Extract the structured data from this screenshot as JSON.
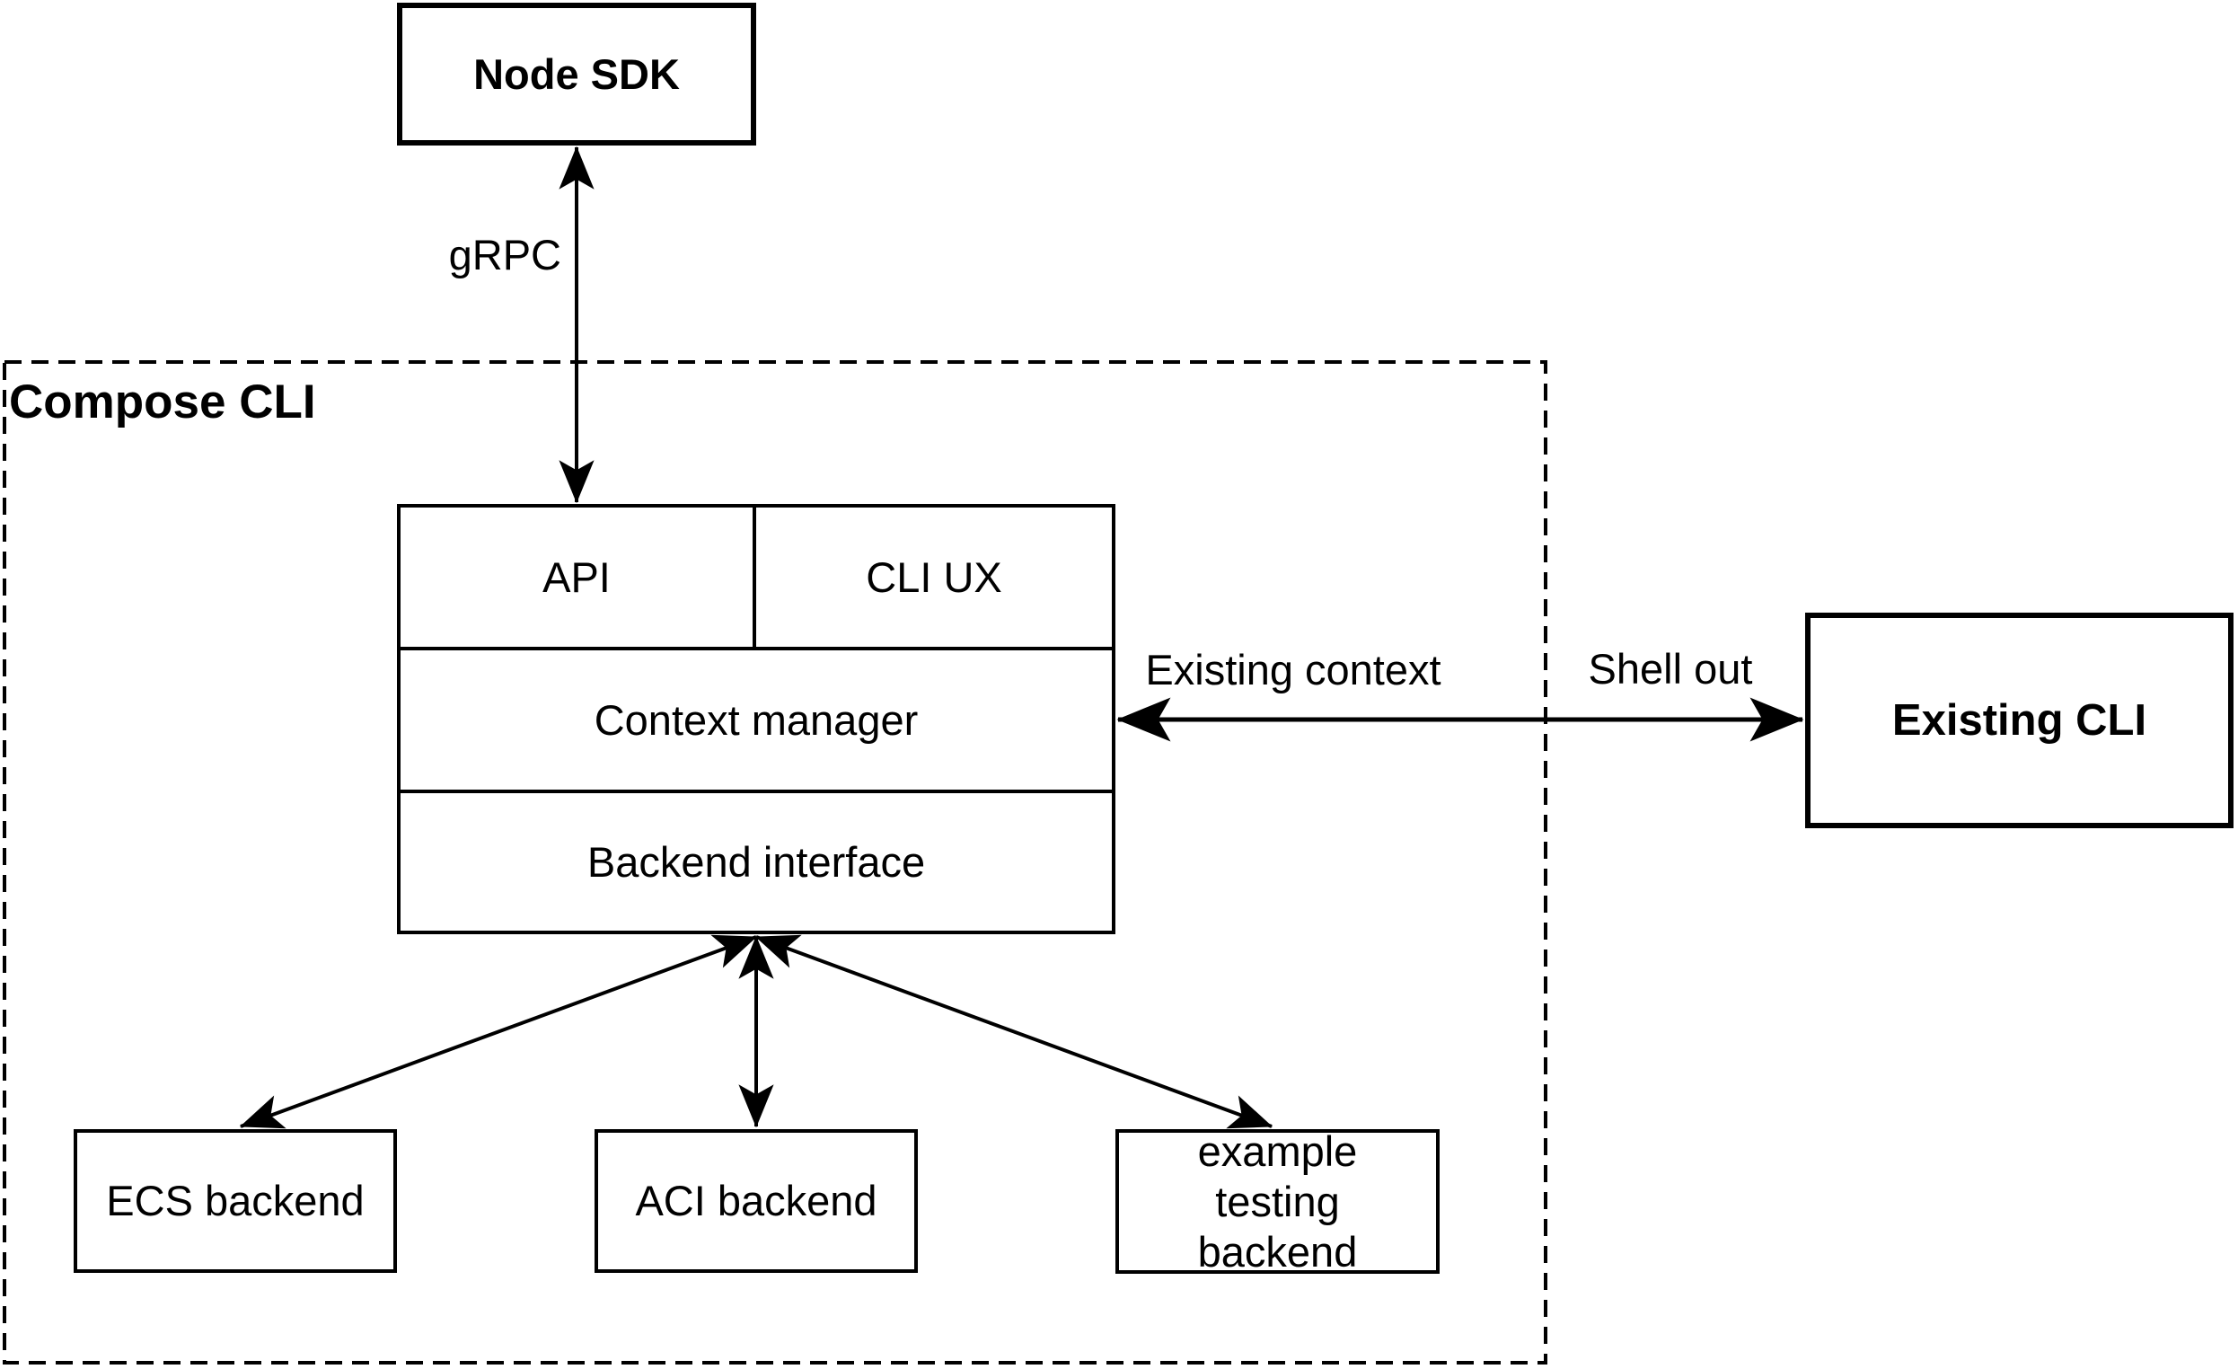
{
  "diagram": {
    "node_sdk": "Node SDK",
    "compose_cli_group": "Compose CLI",
    "api": "API",
    "cli_ux": "CLI UX",
    "context_manager": "Context manager",
    "backend_interface": "Backend interface",
    "existing_cli": "Existing CLI",
    "ecs_backend": "ECS backend",
    "aci_backend": "ACI backend",
    "example_testing_backend": "example testing backend",
    "edges": {
      "grpc": "gRPC",
      "existing_context": "Existing context",
      "shell_out": "Shell out"
    },
    "colors": {
      "stroke": "#000000",
      "background": "#ffffff",
      "text": "#000000"
    }
  }
}
